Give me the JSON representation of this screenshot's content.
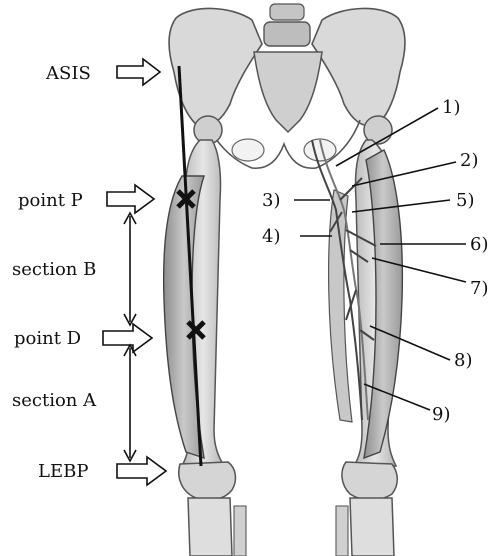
{
  "labels": {
    "asis": "ASIS",
    "point_p": "point P",
    "section_b": "section B",
    "point_d": "point D",
    "section_a": "section A",
    "lebp": "LEBP"
  },
  "vessel_labels": [
    "1)",
    "2)",
    "3)",
    "4)",
    "5)",
    "6)",
    "7)",
    "8)",
    "9)"
  ],
  "marker_symbol": "✖"
}
